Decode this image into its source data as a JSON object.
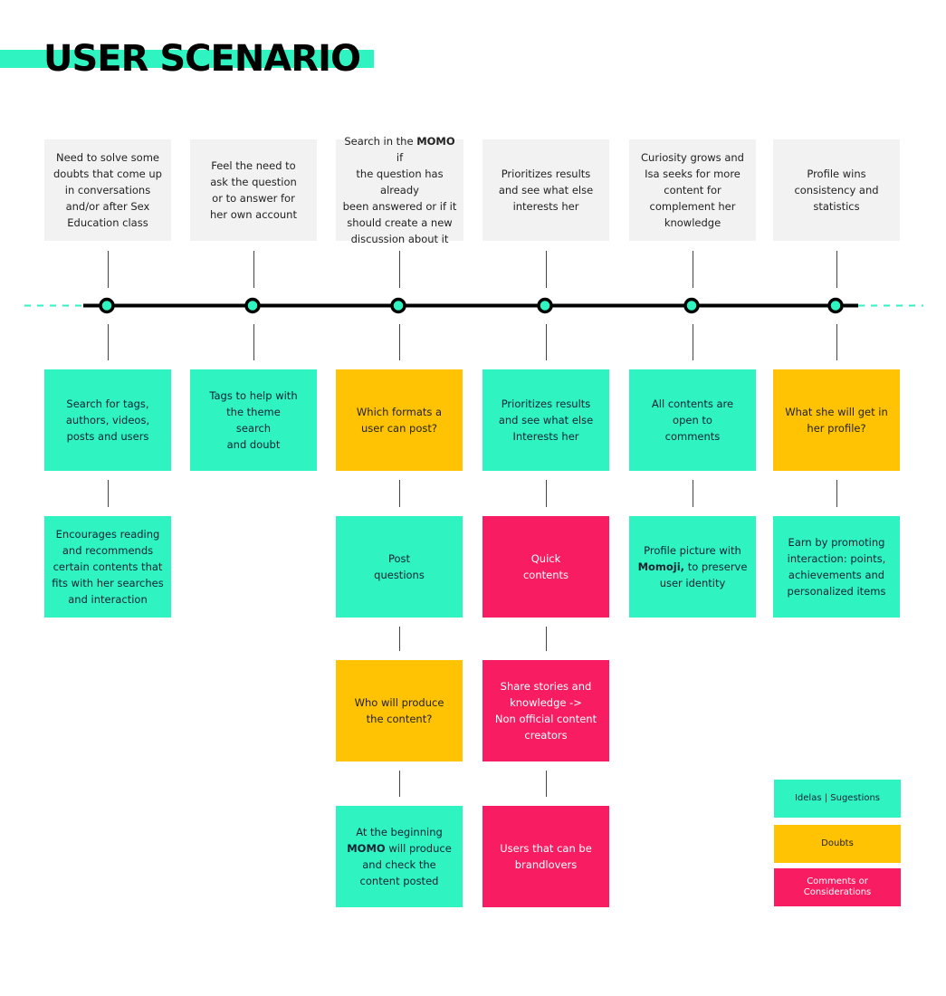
{
  "title": "USER SCENARIO",
  "colors": {
    "accent": "#2ff3c1",
    "ideas": "#2ff3c1",
    "doubts": "#ffc304",
    "comments": "#f81d62",
    "context": "#f2f2f2",
    "line": "#000000"
  },
  "columns": [
    {
      "context": [
        "Need to solve some",
        "doubts that come up",
        "in conversations",
        "and/or after Sex",
        "Education class"
      ],
      "cards": [
        {
          "type": "green",
          "lines": [
            "Search for tags,",
            "authors, videos,",
            "posts and users"
          ]
        },
        {
          "type": "green",
          "lines": [
            "Encourages reading",
            "and recommends",
            "certain contents that",
            "fits with her searches",
            "and interaction"
          ]
        }
      ]
    },
    {
      "context": [
        "Feel the need to",
        "ask the question",
        "or to answer for",
        "her own account"
      ],
      "cards": [
        {
          "type": "green",
          "lines": [
            "Tags to help with",
            "the theme",
            "search",
            "and doubt"
          ]
        }
      ]
    },
    {
      "context": [
        "Search in the MOMO if",
        "the question has already",
        "been answered or if it",
        "should create a new",
        "discussion about it"
      ],
      "cards": [
        {
          "type": "yellow",
          "lines": [
            "Which formats a",
            "user can post?"
          ]
        },
        {
          "type": "green",
          "lines": [
            "Post",
            "questions"
          ]
        },
        {
          "type": "yellow",
          "lines": [
            "Who will produce",
            "the content?"
          ]
        },
        {
          "type": "green",
          "lines": [
            "At the beginning",
            "MOMO will produce",
            "and check the",
            "content posted"
          ]
        }
      ]
    },
    {
      "context": [
        "Prioritizes results",
        "and see what else",
        "interests her"
      ],
      "cards": [
        {
          "type": "green",
          "lines": [
            "Prioritizes results",
            "and see what else",
            "Interests her"
          ]
        },
        {
          "type": "pink",
          "lines": [
            "Quick",
            "contents"
          ]
        },
        {
          "type": "pink",
          "lines": [
            "Share stories and",
            "knowledge ->",
            "Non official content",
            "creators"
          ]
        },
        {
          "type": "pink",
          "lines": [
            "Users that can be",
            "brandlovers"
          ]
        }
      ]
    },
    {
      "context": [
        "Curiosity grows and",
        "Isa seeks for more",
        "content for",
        "complement her",
        "knowledge"
      ],
      "cards": [
        {
          "type": "green",
          "lines": [
            "All contents are",
            "open to",
            "comments"
          ]
        },
        {
          "type": "green",
          "lines": [
            "Profile picture with",
            "Momoji, to preserve",
            "user identity"
          ]
        }
      ]
    },
    {
      "context": [
        "Profile wins",
        "consistency and",
        "statistics"
      ],
      "cards": [
        {
          "type": "yellow",
          "lines": [
            "What she will get in",
            "her profile?"
          ]
        },
        {
          "type": "green",
          "lines": [
            "Earn by promoting",
            "interaction: points,",
            "achievements and",
            "personalized items"
          ]
        }
      ]
    }
  ],
  "legend": [
    {
      "type": "green",
      "label": "Idelas | Sugestions"
    },
    {
      "type": "yellow",
      "label": "Doubts"
    },
    {
      "type": "pink",
      "label": "Comments or Considerations"
    }
  ]
}
